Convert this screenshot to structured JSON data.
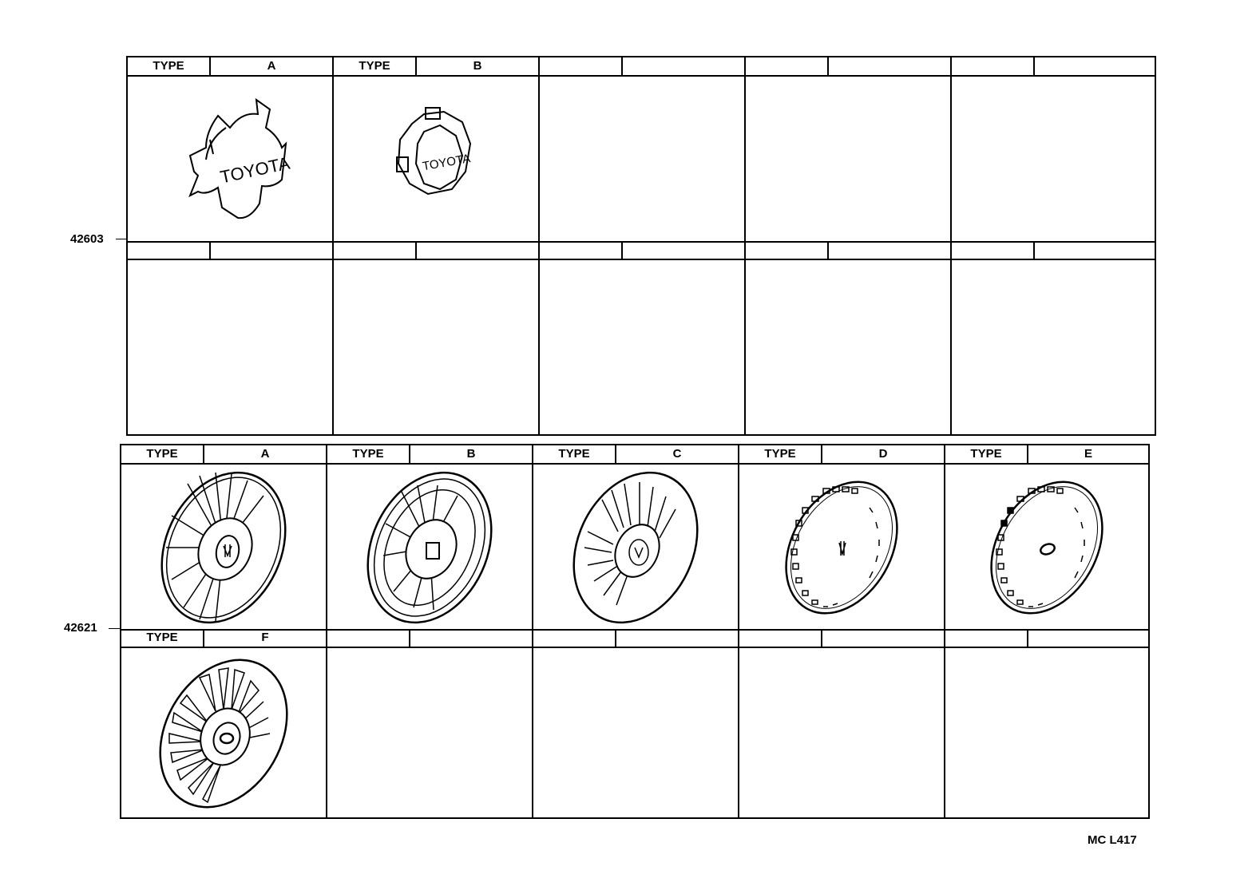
{
  "diagram": {
    "code": "MC L417",
    "sections": [
      {
        "part_number": "42603",
        "rows": [
          {
            "cells": [
              {
                "type_label": "TYPE",
                "type_value": "A",
                "illustration": "center-cap-five-lobe-toyota",
                "logo_text": "TOYOTA"
              },
              {
                "type_label": "TYPE",
                "type_value": "B",
                "illustration": "center-cap-octagonal-toyota",
                "logo_text": "TOYOTA"
              },
              {
                "type_label": "",
                "type_value": "",
                "illustration": ""
              },
              {
                "type_label": "",
                "type_value": "",
                "illustration": ""
              },
              {
                "type_label": "",
                "type_value": "",
                "illustration": ""
              }
            ]
          },
          {
            "cells": [
              {
                "type_label": "",
                "type_value": ""
              },
              {
                "type_label": "",
                "type_value": ""
              },
              {
                "type_label": "",
                "type_value": ""
              },
              {
                "type_label": "",
                "type_value": ""
              },
              {
                "type_label": "",
                "type_value": ""
              }
            ]
          }
        ]
      },
      {
        "part_number": "42621",
        "rows": [
          {
            "cells": [
              {
                "type_label": "TYPE",
                "type_value": "A",
                "illustration": "wheel-cover-fin-spokes-crown-emblem"
              },
              {
                "type_label": "TYPE",
                "type_value": "B",
                "illustration": "wheel-cover-segmented-ring-crown-emblem"
              },
              {
                "type_label": "TYPE",
                "type_value": "C",
                "illustration": "wheel-cover-slotted-crown-emblem"
              },
              {
                "type_label": "TYPE",
                "type_value": "D",
                "illustration": "wheel-cover-square-holes-crown-emblem"
              },
              {
                "type_label": "TYPE",
                "type_value": "E",
                "illustration": "wheel-cover-square-holes-toyota-emblem"
              }
            ]
          },
          {
            "cells": [
              {
                "type_label": "TYPE",
                "type_value": "F",
                "illustration": "wheel-cover-turbine-toyota-emblem"
              },
              {
                "type_label": "",
                "type_value": ""
              },
              {
                "type_label": "",
                "type_value": ""
              },
              {
                "type_label": "",
                "type_value": ""
              },
              {
                "type_label": "",
                "type_value": ""
              }
            ]
          }
        ]
      }
    ]
  }
}
